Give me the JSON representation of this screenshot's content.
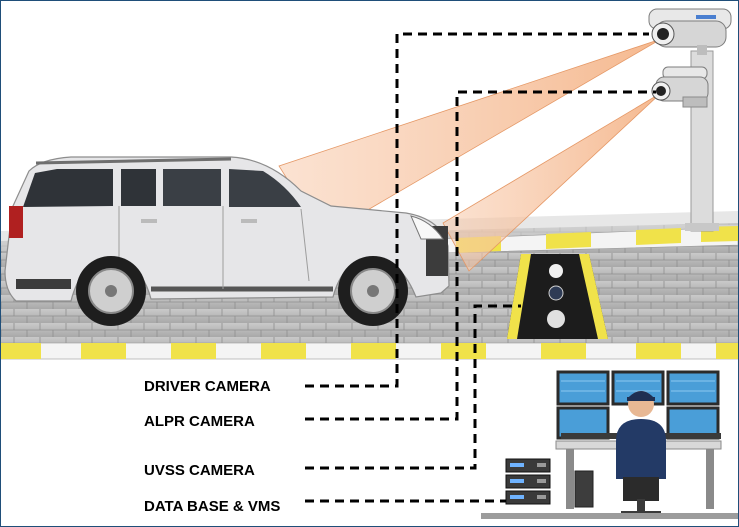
{
  "labels": {
    "driver_camera": "DRIVER CAMERA",
    "alpr_camera": "ALPR CAMERA",
    "uvss_camera": "UVSS CAMERA",
    "database_vms": "DATA BASE & VMS"
  },
  "colors": {
    "frame_border": "#1f4e79",
    "curb_yellow": "#f0e24a",
    "curb_white": "#f4f4f4",
    "car_body": "#e6e6e8",
    "beam": "#f4b183",
    "monitor": "#4a9ed8",
    "dashed_line": "#000000"
  },
  "icons": {
    "driver_camera": "cctv-camera-icon",
    "alpr_camera": "cctv-camera-icon",
    "uvss": "under-vehicle-scanner-icon",
    "operator": "security-operator-icon",
    "server": "server-rack-icon"
  }
}
